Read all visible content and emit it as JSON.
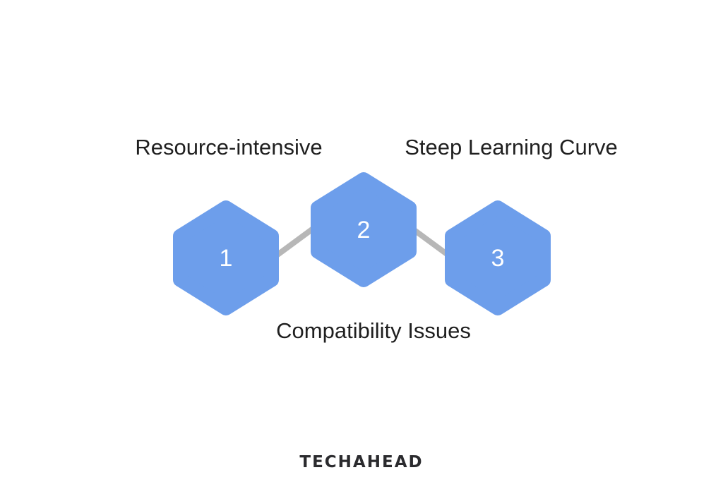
{
  "diagram": {
    "type": "process-hexagon-zigzag",
    "nodes": [
      {
        "number": "1",
        "label": "Resource-intensive",
        "label_placement": "above"
      },
      {
        "number": "2",
        "label": "Compatibility Issues",
        "label_placement": "below"
      },
      {
        "number": "3",
        "label": "Steep Learning Curve",
        "label_placement": "above"
      }
    ],
    "connectors": [
      {
        "from": "1",
        "to": "2"
      },
      {
        "from": "2",
        "to": "3"
      }
    ],
    "colors": {
      "background": "#ffffff",
      "hexagon_fill": "#6d9eeb",
      "connector": "#b7b7b7",
      "label_text": "#1f1f1f",
      "number_text": "#ffffff"
    }
  },
  "footer": {
    "logo_text": "TECHAHEAD",
    "logo_color": "#2b2b2e"
  }
}
